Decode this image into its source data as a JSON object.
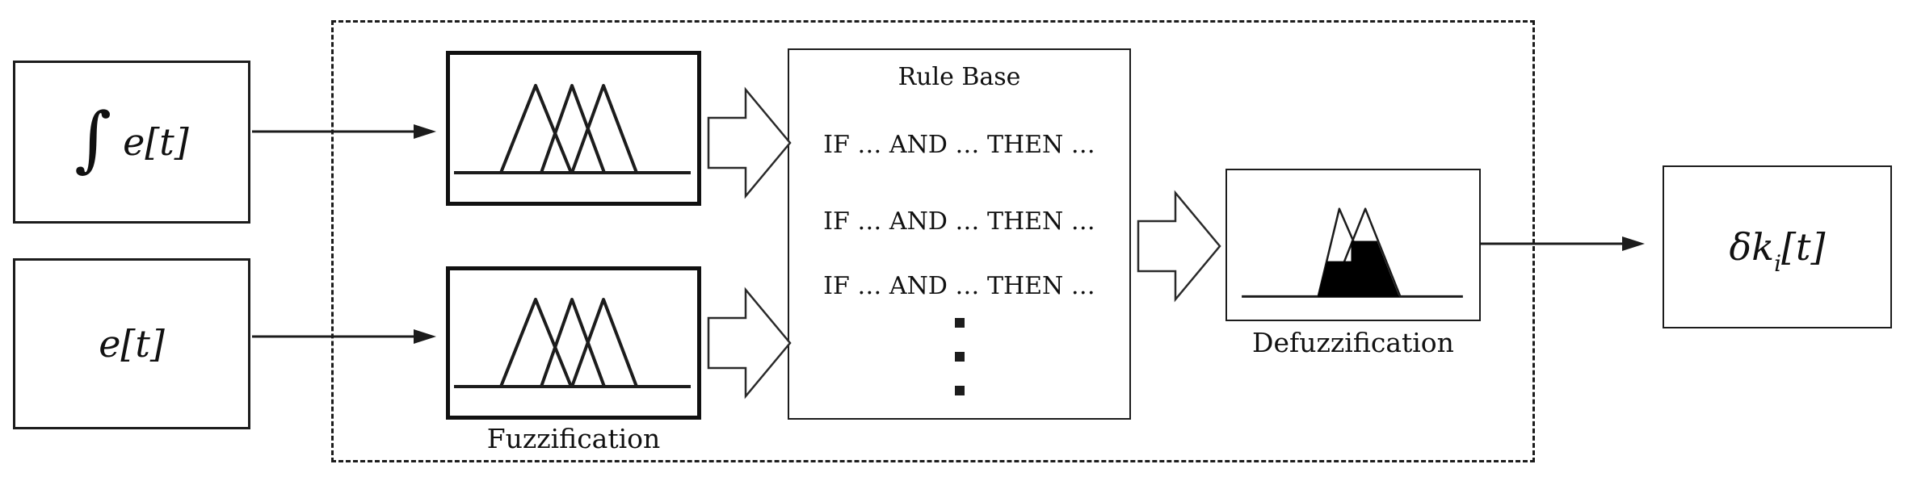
{
  "diagram_title": "fuzzy-logic-controller-block-diagram",
  "colors": {
    "background": "#ffffff",
    "line": "#1c1c1c"
  },
  "inputs": {
    "integral_error_box": {
      "integral_symbol": "∫",
      "expression": "e[t]"
    },
    "error_box": {
      "expression": "e[t]"
    }
  },
  "controller": {
    "fuzzification_label": "Fuzzification",
    "rule_base": {
      "title": "Rule Base",
      "rules": [
        "IF … AND … THEN …",
        "IF … AND … THEN …",
        "IF … AND … THEN …"
      ],
      "vertical_ellipsis_dot_count": 3
    },
    "defuzzification_label": "Defuzzification"
  },
  "output": {
    "delta_k": "δk",
    "subscript": "i",
    "bracket_t": "[t]"
  }
}
